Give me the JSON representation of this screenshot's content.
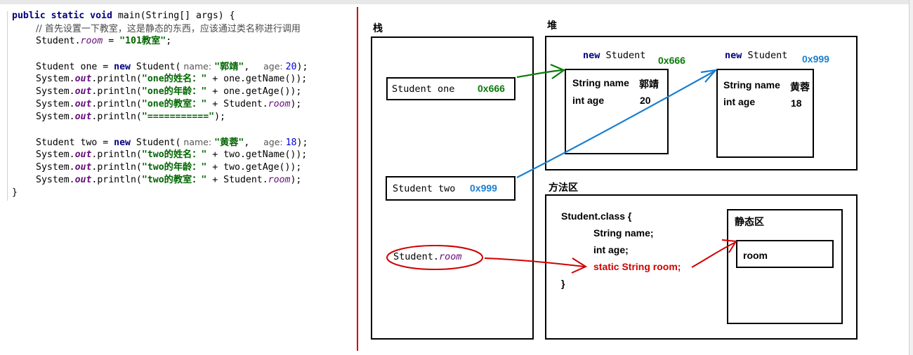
{
  "code": {
    "line1": {
      "kw": "public static void",
      "rest": " main(String[] args) {"
    },
    "line2": "// 首先设置一下教室，这是静态的东西，应该通过类名称进行调用",
    "line3": {
      "a": "Student.",
      "field": "room",
      "b": " = ",
      "str": "\"101教室\"",
      "c": ";"
    },
    "line5": {
      "a": "Student one = ",
      "kw": "new",
      "b": " Student(",
      "hint1": " name: ",
      "str": "\"郭靖\"",
      "c": ",  ",
      "hint2": " age: ",
      "num": "20",
      "d": ");"
    },
    "line6": {
      "a": "System.",
      "out": "out",
      "b": ".println(",
      "str": "\"one的姓名：\"",
      "c": " + one.getName());"
    },
    "line7": {
      "a": "System.",
      "out": "out",
      "b": ".println(",
      "str": "\"one的年龄：\"",
      "c": " + one.getAge());"
    },
    "line8": {
      "a": "System.",
      "out": "out",
      "b": ".println(",
      "str": "\"one的教室：\"",
      "c": " + Student.",
      "field": "room",
      "d": ");"
    },
    "line9": {
      "a": "System.",
      "out": "out",
      "b": ".println(",
      "str": "\"===========\"",
      "c": ");"
    },
    "line11": {
      "a": "Student two = ",
      "kw": "new",
      "b": " Student(",
      "hint1": " name: ",
      "str": "\"黄蓉\"",
      "c": ",  ",
      "hint2": " age: ",
      "num": "18",
      "d": ");"
    },
    "line12": {
      "a": "System.",
      "out": "out",
      "b": ".println(",
      "str": "\"two的姓名：\"",
      "c": " + two.getName());"
    },
    "line13": {
      "a": "System.",
      "out": "out",
      "b": ".println(",
      "str": "\"two的年龄：\"",
      "c": " + two.getAge());"
    },
    "line14": {
      "a": "System.",
      "out": "out",
      "b": ".println(",
      "str": "\"two的教室：\"",
      "c": " + Student.",
      "field": "room",
      "d": ");"
    },
    "line15": "}"
  },
  "diagram": {
    "stack_label": "栈",
    "heap_label": "堆",
    "method_area_label": "方法区",
    "stack": {
      "var_one": "Student one",
      "addr_one": "0x666",
      "var_two": "Student two",
      "addr_two": "0x999",
      "static_ref": {
        "a": "Student.",
        "b": "room"
      }
    },
    "heap": {
      "obj1": {
        "header_kw": "new",
        "header_type": " Student",
        "addr": "0x666",
        "name_field": "String name",
        "name_value": "郭靖",
        "age_field": "int age",
        "age_value": "20"
      },
      "obj2": {
        "header_kw": "new",
        "header_type": " Student",
        "addr": "0x999",
        "name_field": "String name",
        "name_value": "黄蓉",
        "age_field": "int age",
        "age_value": "18"
      }
    },
    "method_area": {
      "class_decl": "Student.class {",
      "field1": "String name;",
      "field2": "int age;",
      "field3": "static String room;",
      "close": "}",
      "static_area_label": "静态区",
      "static_var": "room"
    }
  },
  "colors": {
    "green": "#0a7a0a",
    "blue": "#1a7fd0",
    "red": "#d00000",
    "keyword": "#00007f"
  }
}
